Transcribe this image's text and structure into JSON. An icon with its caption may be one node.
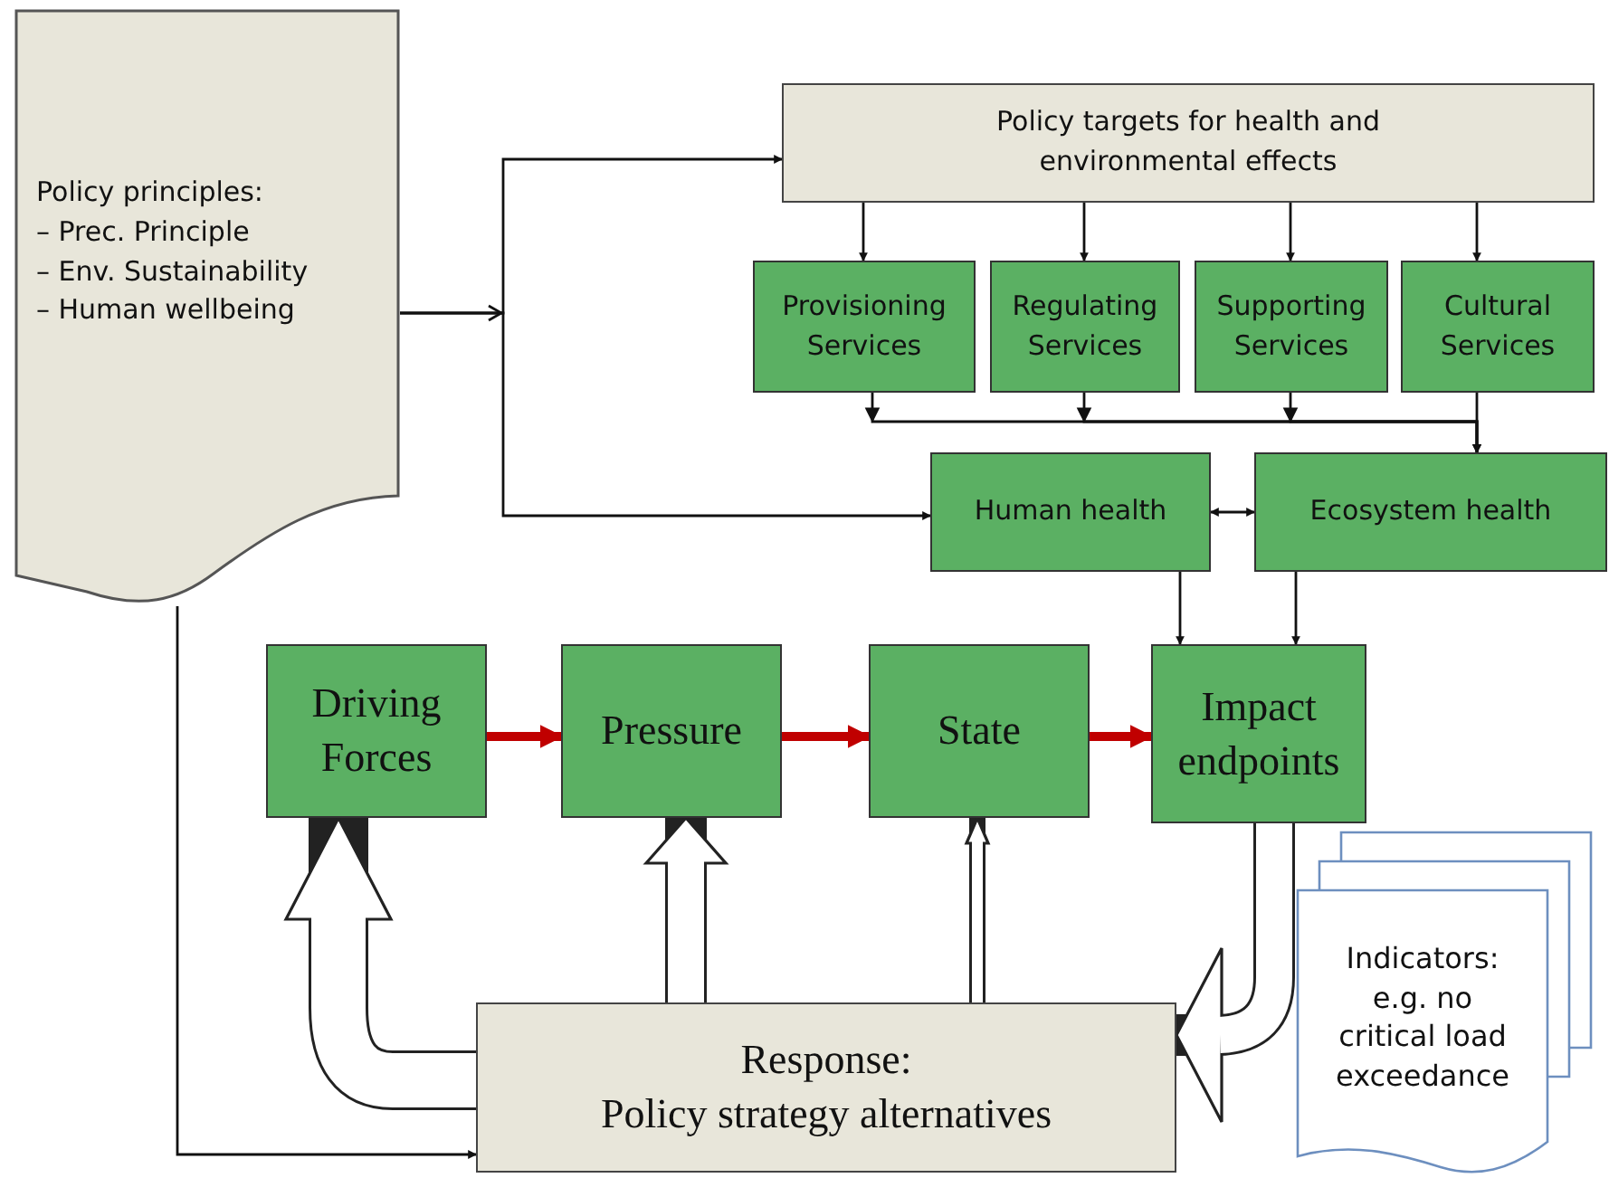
{
  "diagram": {
    "nodes": [
      {
        "text": [
          "Policy principles:",
          "– Prec. Principle",
          "– Env. Sustainability",
          "– Human wellbeing"
        ]
      },
      {
        "text": [
          "Policy targets for health and environmental effects"
        ]
      },
      {
        "text": [
          "Provisioning Services"
        ]
      },
      {
        "text": [
          "Regulating Services"
        ]
      },
      {
        "text": [
          "Supporting Services"
        ]
      },
      {
        "text": [
          "Cultural Services"
        ]
      },
      {
        "text": [
          "Human health"
        ]
      },
      {
        "text": [
          "Ecosystem health"
        ]
      },
      {
        "text": [
          "Driving Forces"
        ]
      },
      {
        "text": [
          "Pressure"
        ]
      },
      {
        "text": [
          "State"
        ]
      },
      {
        "text": [
          "Impact endpoints"
        ]
      },
      {
        "text": [
          "Indicators: e.g. no critical load exceedance"
        ]
      },
      {
        "text": [
          "Response:",
          "Policy strategy alternatives"
        ]
      }
    ],
    "edges": [
      {
        "from": 0,
        "to": 1,
        "arrow": "to"
      },
      {
        "from": 0,
        "to": 6,
        "arrow": "to"
      },
      {
        "from": 1,
        "to": 2,
        "arrow": "to"
      },
      {
        "from": 1,
        "to": 3,
        "arrow": "to"
      },
      {
        "from": 1,
        "to": 4,
        "arrow": "to"
      },
      {
        "from": 1,
        "to": 5,
        "arrow": "to"
      },
      {
        "from": 2,
        "to": 7,
        "arrow": "to"
      },
      {
        "from": 3,
        "to": 7,
        "arrow": "to"
      },
      {
        "from": 4,
        "to": 7,
        "arrow": "to"
      },
      {
        "from": 5,
        "to": 7,
        "arrow": "to"
      },
      {
        "from": 6,
        "to": 7,
        "arrow": "both"
      },
      {
        "from": 6,
        "to": 11,
        "arrow": "to"
      },
      {
        "from": 7,
        "to": 11,
        "arrow": "to"
      },
      {
        "from": 8,
        "to": 9,
        "arrow": "to",
        "style": "thick",
        "color": "#c00000"
      },
      {
        "from": 9,
        "to": 10,
        "arrow": "to",
        "style": "thick",
        "color": "#c00000"
      },
      {
        "from": 10,
        "to": 11,
        "arrow": "to",
        "style": "thick",
        "color": "#c00000"
      },
      {
        "from": 0,
        "to": 13,
        "arrow": "to"
      },
      {
        "from": 13,
        "to": 8,
        "arrow": "to",
        "style": "thick"
      },
      {
        "from": 13,
        "to": 9,
        "arrow": "to",
        "style": "thick"
      },
      {
        "from": 13,
        "to": 10,
        "arrow": "to",
        "style": "thick"
      },
      {
        "from": 11,
        "to": 13,
        "arrow": "to",
        "style": "thick"
      }
    ]
  }
}
